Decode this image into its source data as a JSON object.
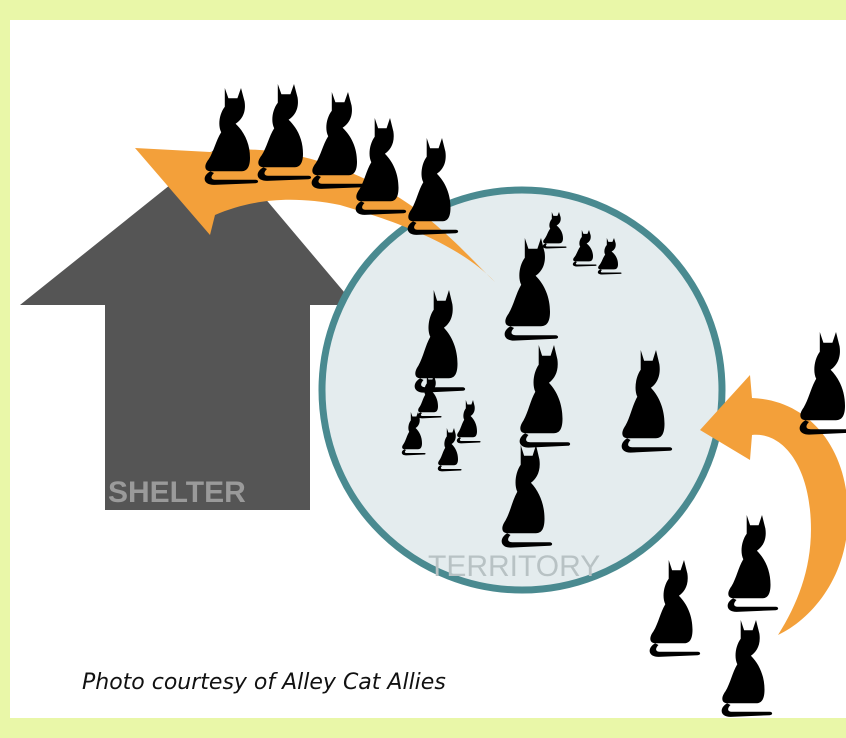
{
  "diagram": {
    "shelter_label": "SHELTER",
    "territory_label": "TERRITORY"
  },
  "caption": "Photo courtesy of Alley Cat Allies",
  "colors": {
    "border": "#e9f7a8",
    "shelter": "#555555",
    "circle_fill": "#e4ecee",
    "circle_stroke": "#4a8a90",
    "arrow": "#f3a03a",
    "cat": "#000000"
  }
}
